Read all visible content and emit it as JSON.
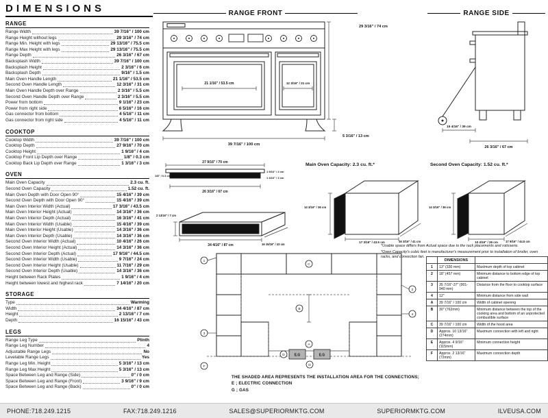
{
  "page_title": "DIMENSIONS",
  "spec": {
    "range": {
      "title": "RANGE",
      "rows": [
        {
          "label": "Range Width",
          "value": "39 7/16\" / 100 cm"
        },
        {
          "label": "Range Height without legs",
          "value": "29 3/16\" / 74 cm"
        },
        {
          "label": "Range Min. Height with legs",
          "value": "29 13/16\" / 75.5 cm"
        },
        {
          "label": "Range Max Height with legs",
          "value": "29 13/16\" / 75.5 cm"
        },
        {
          "label": "Range Depth",
          "value": "26 3/16\" / 67 cm"
        },
        {
          "label": "Backsplash Width",
          "value": "39 7/16\" / 100 cm"
        },
        {
          "label": "Backsplash Height",
          "value": "2 3/16\" / 6 cm"
        },
        {
          "label": "Backsplash Depth",
          "value": "9/16\" / 1.5 cm"
        },
        {
          "label": "Main Oven Handle Length",
          "value": "21 1/16\" / 53.5 cm"
        },
        {
          "label": "Second Oven Handle Length",
          "value": "12 3/16\" / 31 cm"
        },
        {
          "label": "Main Oven Handle Depth over Range",
          "value": "2 3/16\" / 5.5 cm"
        },
        {
          "label": "Second Oven Handle Depth over Range",
          "value": "2 3/16\" / 5.5 cm"
        },
        {
          "label": "Power from bottom",
          "value": "9 1/16\" / 23 cm"
        },
        {
          "label": "Power from right side",
          "value": "6 5/16\" / 16 cm"
        },
        {
          "label": "Gas connector from bottom",
          "value": "4 5/16\" / 11 cm"
        },
        {
          "label": "Gas connector from right side",
          "value": "4 5/16\" / 11 cm"
        }
      ]
    },
    "cooktop": {
      "title": "COOKTOP",
      "rows": [
        {
          "label": "Cooktop Width",
          "value": "39 7/16\" / 100 cm"
        },
        {
          "label": "Cooktop Depth",
          "value": "27 9/16\" / 70 cm"
        },
        {
          "label": "Cooktop Height",
          "value": "1 9/16\" / 4 cm"
        },
        {
          "label": "Cooktop Front Lip Depth over Range",
          "value": "1/8\" / 0.3 cm"
        },
        {
          "label": "Cooktop Back Lip Depth over Range",
          "value": "1 3/16\" / 3 cm"
        }
      ]
    },
    "oven": {
      "title": "OVEN",
      "rows": [
        {
          "label": "Main Oven Capacity",
          "value": "2.3 cu. ft."
        },
        {
          "label": "Second Oven Capacity",
          "value": "1.52 cu. ft."
        },
        {
          "label": "Main Oven Depth with Door Open 90°",
          "value": "15 4/16\" / 39 cm"
        },
        {
          "label": "Second Oven Depth with Door Open 90°",
          "value": "15 4/16\" / 39 cm"
        },
        {
          "label": "Main Oven Interior Width (Actual)",
          "value": "17 3/16\" / 43.5 cm"
        },
        {
          "label": "Main Oven Interior Height (Actual)",
          "value": "14 3/16\" / 36 cm"
        },
        {
          "label": "Main Oven Interior Depth (Actual)",
          "value": "16 3/16\" / 41 cm"
        },
        {
          "label": "Main Oven Interior Width (Usable)",
          "value": "15 4/16\" / 39 cm"
        },
        {
          "label": "Main Oven Interior Height (Usable)",
          "value": "14 3/16\" / 36 cm"
        },
        {
          "label": "Main Oven Interior Depth (Usable)",
          "value": "14 3/16\" / 36 cm"
        },
        {
          "label": "Second Oven Interior Width (Actual)",
          "value": "10 4/16\" / 26 cm"
        },
        {
          "label": "Second Oven Interior Height (Actual)",
          "value": "14 3/16\" / 36 cm"
        },
        {
          "label": "Second Oven Interior Depth (Actual)",
          "value": "17 9/16\" / 44.5 cm"
        },
        {
          "label": "Second Oven Interior Width (Usable)",
          "value": "9 7/16\" / 24 cm"
        },
        {
          "label": "Second Oven Interior Height (Usable)",
          "value": "11 7/16\" / 29 cm"
        },
        {
          "label": "Second Oven Interior Depth (Usable)",
          "value": "14 3/16\" / 36 cm"
        },
        {
          "label": "Height between Rack Plates",
          "value": "1 9/16\" / 4 cm"
        },
        {
          "label": "Height between lowest and highest rack",
          "value": "7 14/16\" / 20 cm"
        }
      ]
    },
    "storage": {
      "title": "STORAGE",
      "rows": [
        {
          "label": "Type",
          "value": "Warming"
        },
        {
          "label": "Width",
          "value": "34 4/16\" / 87 cm"
        },
        {
          "label": "Height",
          "value": "2 13/16\" / 7 cm"
        },
        {
          "label": "Depth",
          "value": "16 15/16\" / 43 cm"
        }
      ]
    },
    "legs": {
      "title": "LEGS",
      "rows": [
        {
          "label": "Range Leg Type",
          "value": "Plinth"
        },
        {
          "label": "Range Leg Number",
          "value": "4"
        },
        {
          "label": "Adjustable Range Legs",
          "value": "No"
        },
        {
          "label": "Levelable Range Legs",
          "value": "Yes"
        },
        {
          "label": "Range Leg Min. Height",
          "value": "5 3/16\" / 13 cm"
        },
        {
          "label": "Range Leg Max Height",
          "value": "5 3/16\" / 13 cm"
        },
        {
          "label": "Space Between Leg and Range (Side)",
          "value": "0\" / 0 cm"
        },
        {
          "label": "Space Between Leg and Range (Front)",
          "value": "3 9/16\" / 9 cm"
        },
        {
          "label": "Space Between Leg and Range (Back)",
          "value": "0\" / 0 cm"
        }
      ]
    }
  },
  "drawings": {
    "range_front": {
      "title": "RANGE FRONT",
      "height": "29 3/16\" / 74 cm",
      "width": "39 7/16\" / 100 cm",
      "main_handle": "21 1/16\" / 53.5 cm",
      "second_handle": "12 3/16\" / 31 cm",
      "leg": "5 3/16\" / 13 cm"
    },
    "range_side": {
      "title": "RANGE SIDE",
      "door_open": "15 4/16\" / 39 cm",
      "depth": "26 3/16\" / 67 cm"
    },
    "cooktop": {
      "top_width": "27 9/16\" / 70 cm",
      "inner_width": "26 3/16\" / 67 cm",
      "height": "1 9/16\" / 4 cm",
      "front_lip": "1/8\" / 0.3 cm",
      "back_lip": "1 3/16\" / 3 cm"
    },
    "storage": {
      "height": "2 13/16\" / 7 cm",
      "width": "34 4/16\" / 87 cm",
      "depth": "16 15/16\" / 43 cm"
    },
    "main_oven": {
      "title": "Main Oven Capacity:",
      "capacity": "2.3 cu. ft.*",
      "h": "14 3/16\" / 36 cm",
      "w": "17 3/16\" / 43.5 cm",
      "d": "16 3/16\" / 41 cm"
    },
    "second_oven": {
      "title": "Second Oven Capacity:",
      "capacity": "1.52 cu. ft.*",
      "h": "14 3/16\" / 36 cm",
      "w": "10 4/16\" / 26 cm",
      "d": "17 9/16\" / 44.5 cm"
    }
  },
  "notes": [
    "*Usable space differs from Actual space due to the rack placements and rotisserie.",
    "*Oven Capacity's cubic feet is manufacturer's measurement prior to installation of broiler, oven racks, and convection fan."
  ],
  "installation": {
    "note_line1": "THE SHADED AREA REPRESENTS THE INSTALLATION AREA FOR THE CONNECTIONS;",
    "legend_e": "E ; ELECTRIC CONNECTION",
    "legend_g": "G ; GAS",
    "shaded_label": "E.G",
    "callouts": {
      "n1": "1",
      "n2": "2",
      "n3": "3",
      "n4": "4",
      "a": "A",
      "b": "B",
      "c": "C",
      "d": "D",
      "f": "F"
    }
  },
  "dim_table": {
    "header": "DIMENSIONS",
    "rows": [
      {
        "id": "1",
        "dim": "13\" (330 mm)",
        "desc": "Maximum depth of top cabinet"
      },
      {
        "id": "2",
        "dim": "18\" (457 mm)",
        "desc": "Minimum distance to bottom edge of top cabinet"
      },
      {
        "id": "3",
        "dim": "35 7/16\"-37\" (901-940 mm)",
        "desc": "Distance from the floor to cooktop surface"
      },
      {
        "id": "4",
        "dim": "12\"",
        "desc": "Minimum distance from side wall"
      },
      {
        "id": "A",
        "dim": "39 7/16\" / 100 cm",
        "desc": "Width of cabinet opening"
      },
      {
        "id": "B",
        "dim": "30\" (762mm)",
        "desc": "Minimum distance between the top of the cooking area and bottom of an unprotected combustible surface"
      },
      {
        "id": "C",
        "dim": "39 7/16\" / 100 cm",
        "desc": "Width of the hood area"
      },
      {
        "id": "D",
        "dim": "Approx. 10 13/16\" (274mm)",
        "desc": "Maximum connection with left and right"
      },
      {
        "id": "E",
        "dim": "Approx. 4 9/16\" (115mm)",
        "desc": "Minimum connection height"
      },
      {
        "id": "F",
        "dim": "Approx. 2 13/16\" (72mm)",
        "desc": "Maximum connection depth"
      }
    ]
  },
  "footer": {
    "phone": "PHONE:718.249.1215",
    "fax": "FAX:718.249.1216",
    "email": "SALES@SUPERIORMKTG.COM",
    "site": "SUPERIORMKTG.COM",
    "site2": "ILVEUSA.COM"
  }
}
